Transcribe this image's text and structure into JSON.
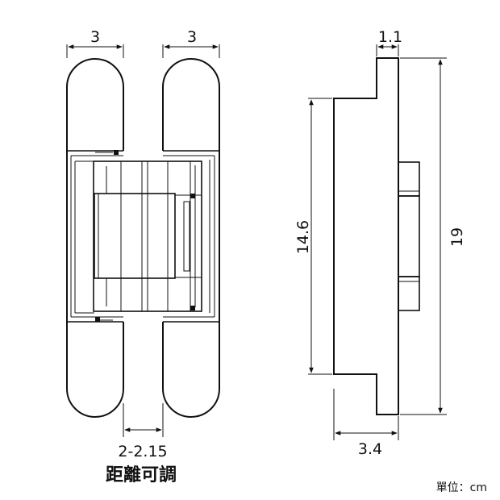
{
  "front_view": {
    "left_leaf_width": "3",
    "right_leaf_width": "3",
    "gap_range": "2-2.15",
    "caption": "距離可調"
  },
  "side_view": {
    "flange_thickness": "1.1",
    "body_height": "14.6",
    "total_height": "19",
    "total_depth": "3.4"
  },
  "unit_label": "單位：cm"
}
